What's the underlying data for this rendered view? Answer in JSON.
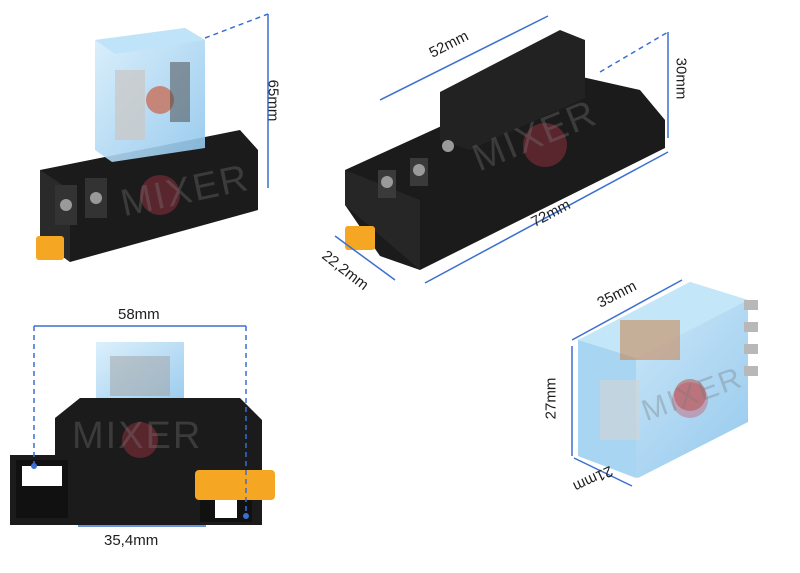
{
  "watermark": "MIXER",
  "dimensions": {
    "top_left_height": "65mm",
    "top_right_top_width": "52mm",
    "top_right_height": "30mm",
    "top_right_length": "72mm",
    "top_right_depth": "22,2mm",
    "bottom_left_width": "58mm",
    "bottom_left_hole_spacing": "35,4mm",
    "bottom_right_width": "35mm",
    "bottom_right_height": "27mm",
    "bottom_right_depth": "21mm"
  },
  "colors": {
    "dimension_line": "#3b6fd1",
    "socket_body": "#1b1b1b",
    "relay_cover": "#9fd0f0",
    "clip": "#f5a623"
  }
}
